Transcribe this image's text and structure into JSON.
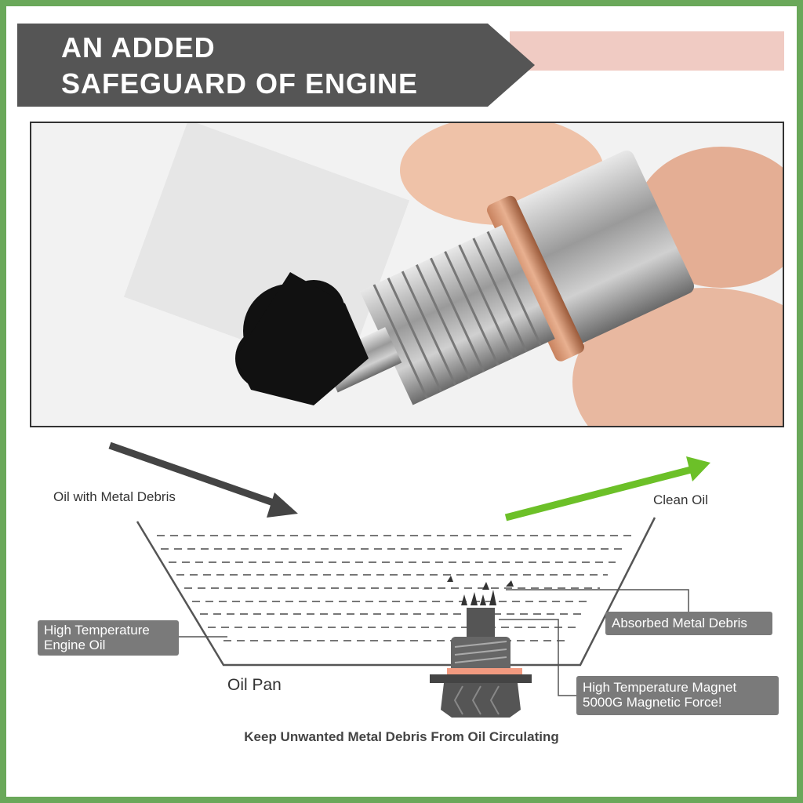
{
  "header": {
    "title_line1": "AN ADDED",
    "title_line2": "SAFEGUARD OF ENGINE"
  },
  "diagram": {
    "oil_in_label": "Oil with Metal Debris",
    "oil_out_label": "Clean Oil",
    "engine_oil_label": "High Temperature Engine Oil",
    "absorbed_label": "Absorbed Metal Debris",
    "magnet_label_line1": "High Temperature Magnet",
    "magnet_label_line2": "5000G Magnetic Force!",
    "oil_pan_label": "Oil Pan",
    "caption": "Keep Unwanted Metal Debris From Oil Circulating"
  },
  "colors": {
    "border": "#6aa85a",
    "banner": "#555555",
    "accent_pink": "#f0cbc3",
    "green_arrow": "#6cc028",
    "label_box": "#7a7a7a"
  }
}
